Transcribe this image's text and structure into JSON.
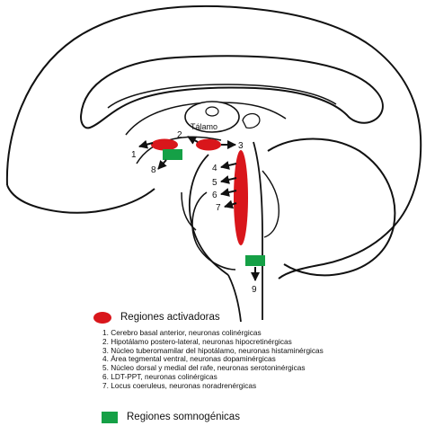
{
  "diagram": {
    "thalamus_label": "Tálamo",
    "number_labels": [
      "1",
      "2",
      "3",
      "4",
      "5",
      "6",
      "7",
      "8",
      "9"
    ]
  },
  "legend": {
    "activating_title": "Regiones activadoras",
    "activating_items": [
      "1. Cerebro basal anterior, neuronas colinérgicas",
      "2. Hipotálamo postero-lateral, neuronas hipocretinérgicas",
      "3. Núcleo tuberomamilar del hipotálamo, neuronas histaminérgicas",
      "4. Área tegmental ventral, neuronas dopaminérgicas",
      "5. Núcleo dorsal y medial del rafe, neuronas serotoninérgicas",
      "6. LDT-PPT, neuronas colinérgicas",
      "7. Locus coeruleus, neuronas noradrenérgicas"
    ],
    "somnogenic_title": "Regiones somnogénicas"
  },
  "colors": {
    "activating": "#d9161b",
    "somnogenic": "#15a046",
    "outline": "#111111"
  }
}
